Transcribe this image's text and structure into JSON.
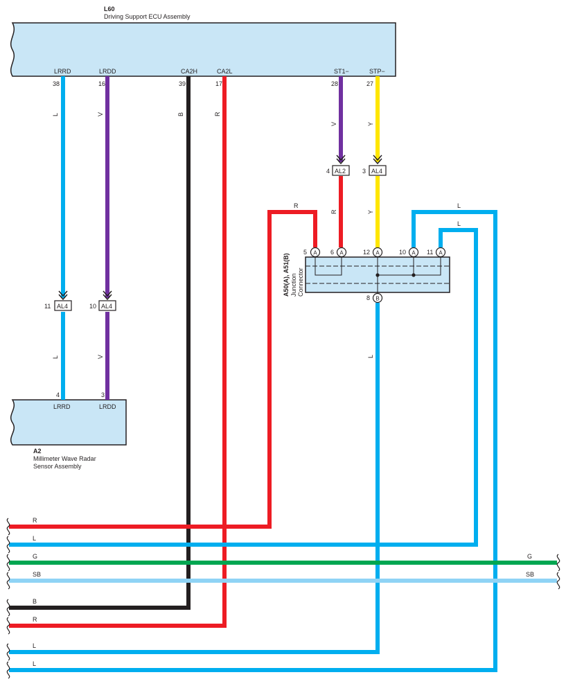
{
  "ecu": {
    "code": "L60",
    "name": "Driving Support ECU Assembly",
    "pins": [
      {
        "signal": "LRRD",
        "pin": "38",
        "color": "L"
      },
      {
        "signal": "LRDD",
        "pin": "16",
        "color": "V"
      },
      {
        "signal": "CA2H",
        "pin": "39",
        "color": "B"
      },
      {
        "signal": "CA2L",
        "pin": "17",
        "color": "R"
      },
      {
        "signal": "ST1−",
        "pin": "28",
        "color": "V"
      },
      {
        "signal": "STP−",
        "pin": "27",
        "color": "Y"
      }
    ]
  },
  "radar": {
    "code": "A2",
    "name_line1": "Millimeter Wave Radar",
    "name_line2": "Sensor Assembly",
    "pins": [
      {
        "signal": "LRRD",
        "pin": "4",
        "color": "L"
      },
      {
        "signal": "LRDD",
        "pin": "3",
        "color": "V"
      }
    ]
  },
  "inline_connectors": [
    {
      "id": "AL4",
      "pin": "11"
    },
    {
      "id": "AL4",
      "pin": "10"
    },
    {
      "id": "AL2",
      "pin": "4"
    },
    {
      "id": "AL4",
      "pin": "3"
    }
  ],
  "junction": {
    "code": "A50(A), A51(B)",
    "name_line1": "Junction",
    "name_line2": "Connector",
    "top_pins": [
      {
        "pin": "5",
        "side": "A"
      },
      {
        "pin": "6",
        "side": "A"
      },
      {
        "pin": "12",
        "side": "A"
      },
      {
        "pin": "10",
        "side": "A"
      },
      {
        "pin": "11",
        "side": "A"
      }
    ],
    "bottom_pin": {
      "pin": "8",
      "side": "B"
    }
  },
  "wire_colors": {
    "upper_r": "R",
    "lower_r": "R",
    "upper_y": "Y",
    "lower_l": "L",
    "loop_r": "R",
    "loop_l1": "L",
    "loop_l2": "L"
  },
  "bottom_wires": [
    {
      "color": "R"
    },
    {
      "color": "L"
    },
    {
      "color": "G"
    },
    {
      "color": "SB"
    },
    {
      "color": "B"
    },
    {
      "color": "R"
    },
    {
      "color": "L"
    },
    {
      "color": "L"
    }
  ],
  "right_labels": [
    "G",
    "SB"
  ],
  "palette": {
    "L": "#00aeef",
    "V": "#7030a0",
    "B": "#231f20",
    "R": "#ed1c24",
    "Y": "#ffe600",
    "G": "#00a651",
    "SB": "#8fd3f5",
    "box": "#c9e6f6"
  }
}
